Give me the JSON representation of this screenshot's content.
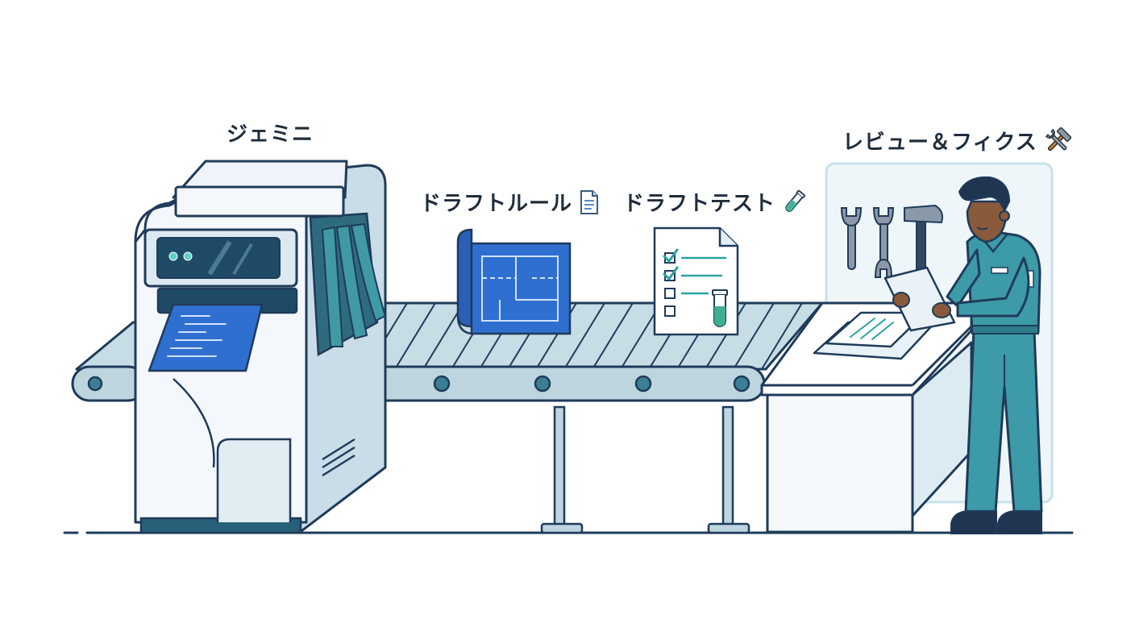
{
  "labels": {
    "gemini": "ジェミニ",
    "draft_rules": "ドラフトルール",
    "draft_tests": "ドラフトテスト",
    "review_fix": "レビュー＆フィクス"
  },
  "icons": {
    "draft_rules": "document-icon",
    "draft_tests": "test-tube-icon",
    "review_fix": "tools-icon"
  },
  "colors": {
    "outline": "#1f3b5a",
    "machine_body": "#f4f7fb",
    "machine_accent": "#c9dde8",
    "teal": "#3f9aa5",
    "blueprint": "#2f6fd0",
    "belt": "#c7dde6",
    "worker": "#3d9aa8"
  }
}
